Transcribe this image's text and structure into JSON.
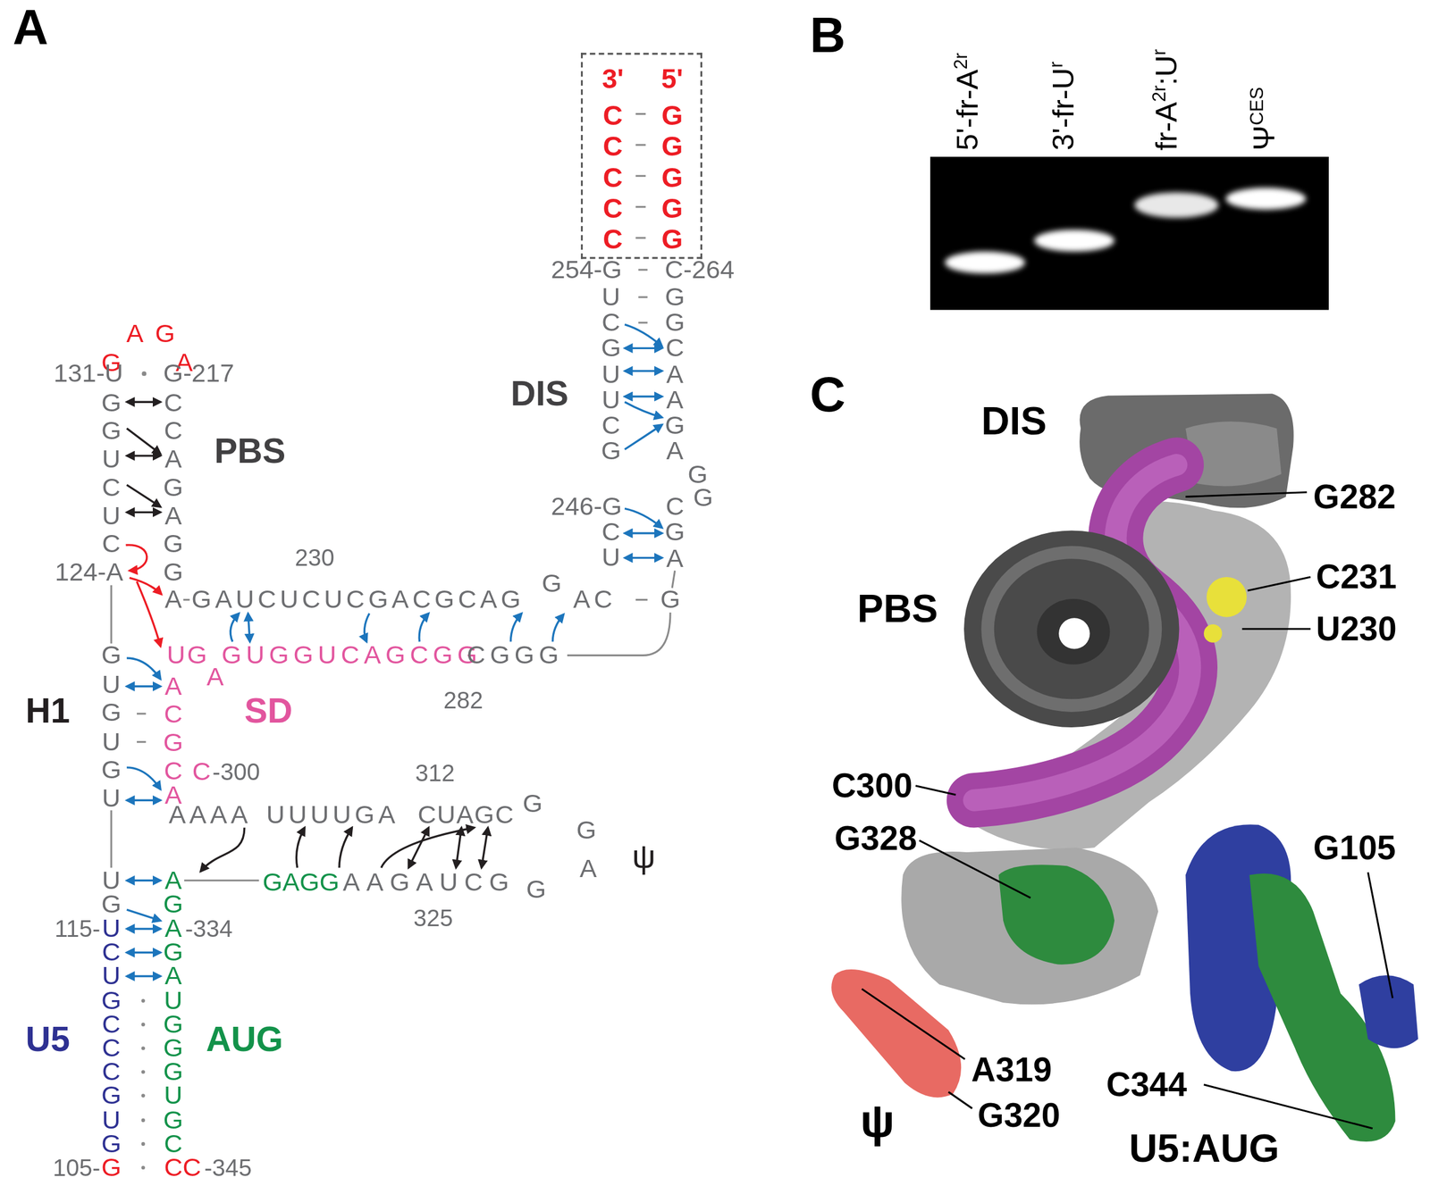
{
  "diagram": {
    "nodes": [
      {
        "text": [
          "3'",
          "5'",
          "CCCCC",
          "GGGGG"
        ]
      }
    ],
    "labels": [
      "A",
      "A",
      "G",
      "G",
      "A",
      "131-U",
      "G-217",
      "GGUCUC",
      "124-A",
      "CCAGAGG",
      "230",
      "A",
      "GAUCUCUCGACGCAG",
      "G",
      "AC",
      "G",
      "PBS",
      "GUGUGU",
      "UG",
      "A",
      "GUGGUCAGCGG",
      "CGGG",
      "282",
      "ACGC",
      "C",
      "-300",
      "A",
      "H1",
      "SD",
      "AAAA",
      "UUUUGA",
      "CUAGC",
      "G",
      "G",
      "A",
      "ψ",
      "312",
      "GAGG",
      "AAGAUCG",
      "G",
      "325",
      "UG",
      "115-",
      "UCUGCCCGUG",
      "105-",
      "G",
      "AG",
      "AGAUGGGUGC",
      "-334",
      "CC",
      "-345",
      "U5",
      "AUG",
      "254-G",
      "C-264",
      "UCGUUCG",
      "GGCAAGA",
      "G",
      "G",
      "DIS",
      "246-G",
      "CU",
      "CGA",
      "B",
      "5'-fr-A",
      "2r",
      "3'-fr-U",
      "r",
      "fr-A",
      "2r",
      ":U",
      "r",
      "Ψ",
      "CES",
      "C",
      "DIS",
      "G282",
      "PBS",
      "C231",
      "U230",
      "C300",
      "G328",
      "G105",
      "A319",
      "C344",
      "ψ",
      "G320",
      "U5:AUG"
    ]
  }
}
